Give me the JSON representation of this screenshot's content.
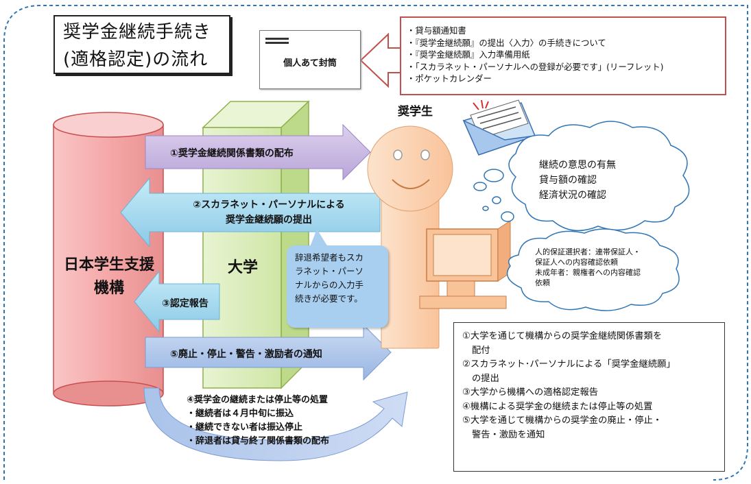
{
  "title": {
    "line1": "奨学金継続手続き",
    "line2": "(適格認定)の流れ"
  },
  "envelope": {
    "label": "個人あて封筒"
  },
  "documents": [
    "・貸与額通知書",
    "・『奨学金継続願』の提出〈入力〉の手続きについて",
    "・『奨学金継続願』入力準備用紙",
    "・「スカラネット・パーソナルへの登録が必要です」(リーフレット)",
    "・ポケットカレンダー"
  ],
  "actors": {
    "organization_line1": "日本学生支援",
    "organization_line2": "機構",
    "university": "大学",
    "student": "奨学生"
  },
  "arrows": {
    "distribution": "①奨学金継続関係書類の配布",
    "submission_line1": "②スカラネット・パーソナルによる",
    "submission_line2": "奨学金継続願の提出",
    "report": "③認定報告",
    "notification": "⑤廃止・停止・警告・激励者の通知"
  },
  "thought": {
    "lines": [
      "継続の意思の有無",
      "貸与額の確認",
      "経済状況の確認"
    ]
  },
  "small_cloud": {
    "lines": [
      "人的保証選択者：連帯保証人・",
      "保証人への内容確認依頼",
      "未成年者：親権者への内容確認",
      "依頼"
    ]
  },
  "note": {
    "lines": [
      "辞退希望者もスカ",
      "ラネット・パーソ",
      "ナルからの入力手",
      "続きが必要です。"
    ]
  },
  "processing": {
    "title": "④奨学金の継続または停止等の処置",
    "items": [
      "・継続者は４月中旬に振込",
      "・継続できない者は振込停止",
      "・辞退者は貸与終了関係書類の配布"
    ]
  },
  "steps": [
    {
      "line": "①大学を通じて機構からの奨学金継続関係書類を",
      "cont": "配付"
    },
    {
      "line": "②スカラネット･パーソナルによる「奨学金継続願」",
      "cont": "の提出"
    },
    {
      "line": "③大学から機構への適格認定報告",
      "cont": ""
    },
    {
      "line": "④機構による奨学金の継続または停止等の処置",
      "cont": ""
    },
    {
      "line": "⑤大学を通じて機構からの奨学金の廃止・停止・",
      "cont": "警告・激励を通知"
    }
  ],
  "colors": {
    "frame": "#2e75b6",
    "organization": "#f2a3a3",
    "university": "#d8ecb4",
    "student": "#fbd2b0",
    "arrow_distribution": "#c9b8e0",
    "arrow_submission": "#a8d8ee",
    "arrow_notification": "#aac3e8",
    "doc_border": "#c0504d",
    "note": "#a9cff0"
  }
}
